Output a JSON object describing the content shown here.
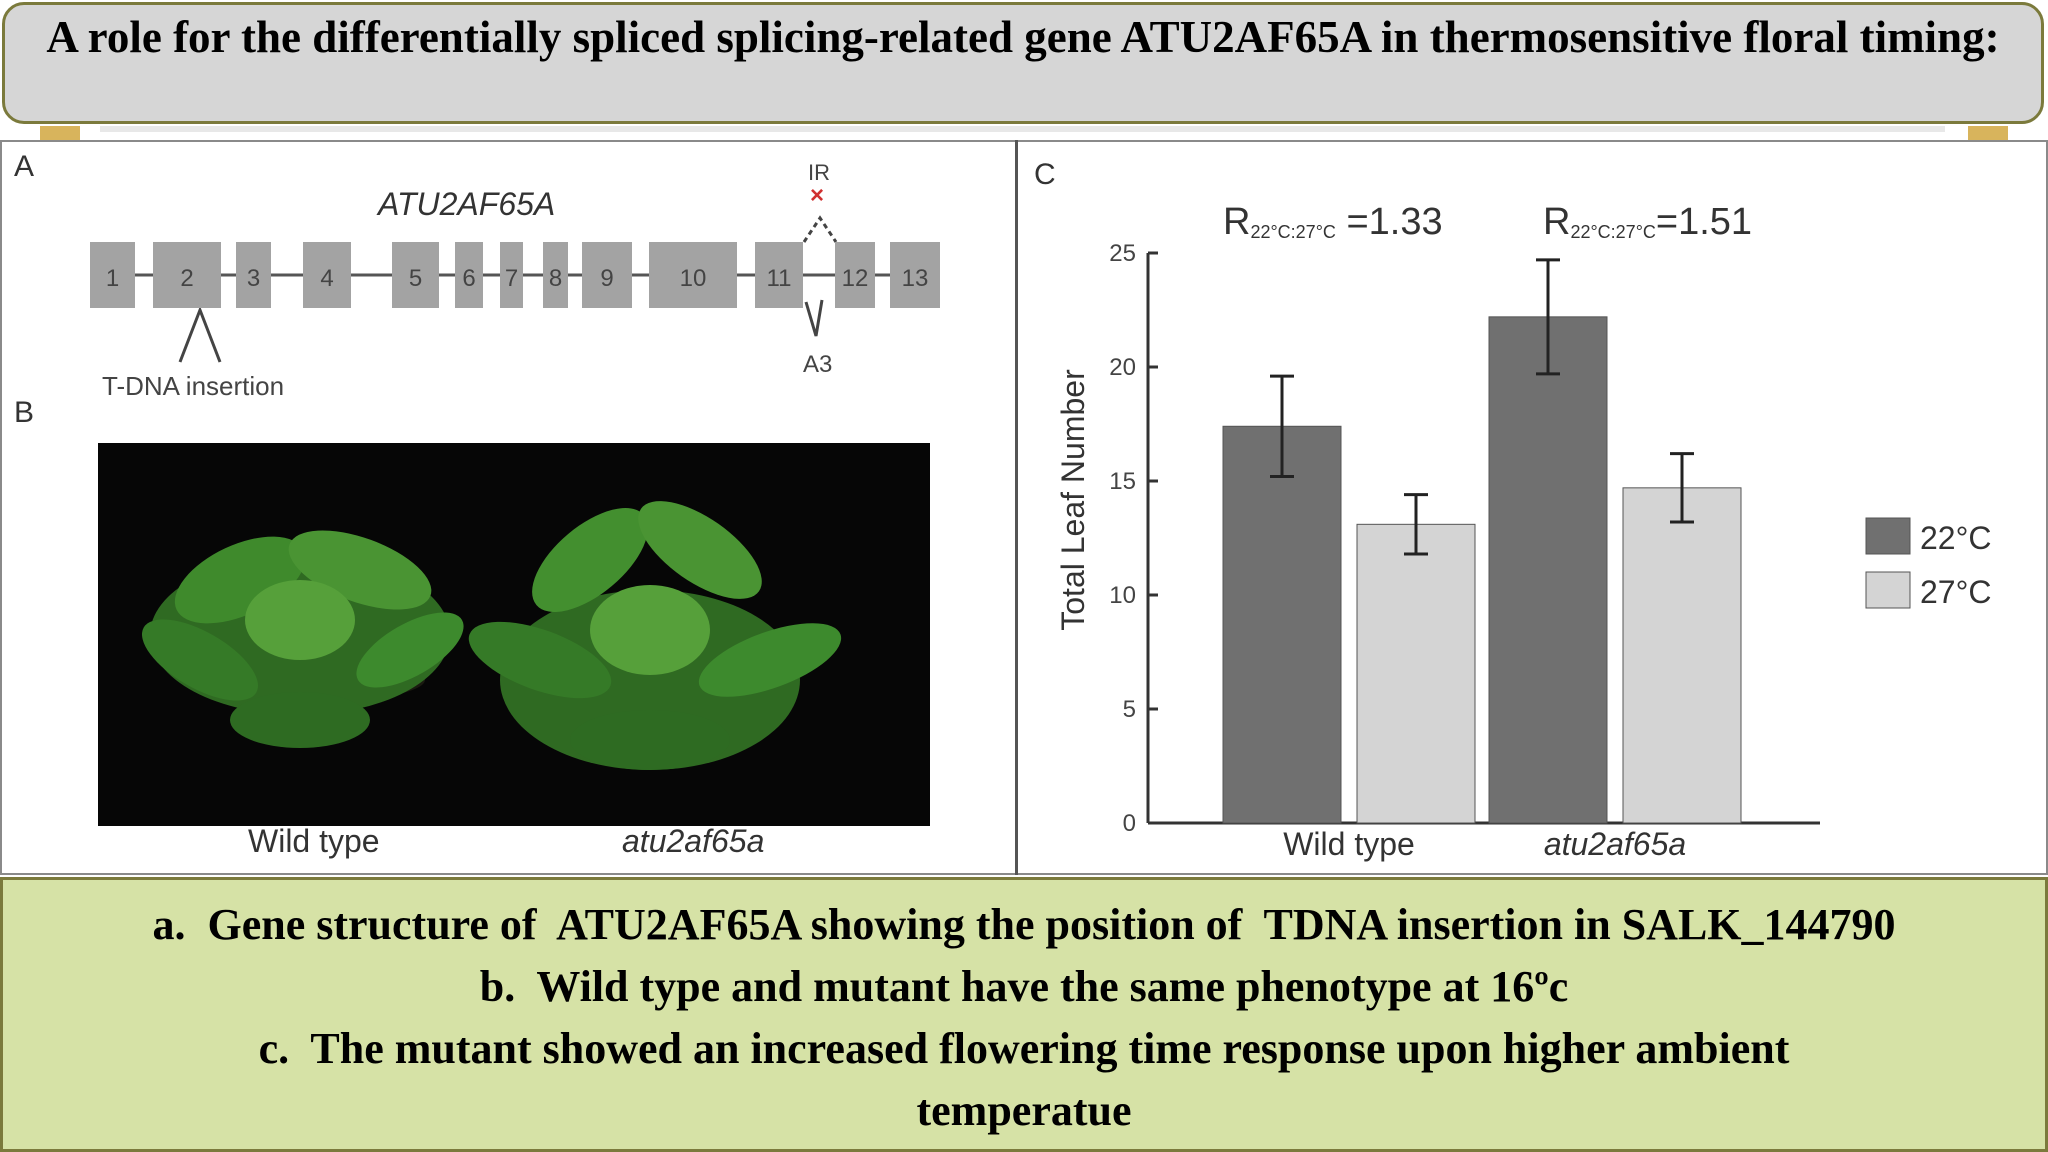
{
  "slide": {
    "title": "A role for the differentially spliced splicing-related gene ATU2AF65A in thermosensitive floral timing:",
    "captions": [
      "a.  Gene structure of  ATU2AF65A showing the position of  TDNA insertion in SALK_144790",
      "b.  Wild type and mutant have the same phenotype at 16ºc",
      "c.  The mutant showed an increased flowering time response upon higher ambient",
      "temperatue"
    ]
  },
  "figure": {
    "panel_a": {
      "letter": "A",
      "gene_name": "ATU2AF65A",
      "exons": [
        "1",
        "2",
        "3",
        "4",
        "5",
        "6",
        "7",
        "8",
        "9",
        "10",
        "11",
        "12",
        "13"
      ],
      "ir_label": "IR",
      "ir_mark": "×",
      "a3_label": "A3",
      "tdna_label": "T-DNA insertion"
    },
    "panel_b": {
      "letter": "B",
      "label_left": "Wild type",
      "label_right": "atu2af65a"
    },
    "panel_c": {
      "letter": "C"
    }
  },
  "chart_data": {
    "type": "bar",
    "ylabel": "Total Leaf Number",
    "xlabel": "",
    "ylim": [
      0,
      25
    ],
    "yticks": [
      "0",
      "5",
      "10",
      "15",
      "20",
      "25"
    ],
    "categories": [
      "Wild type",
      "atu2af65a"
    ],
    "series": [
      {
        "name": "22°C",
        "values": [
          17.4,
          22.2
        ],
        "errors": [
          2.2,
          2.5
        ],
        "color": "#707070"
      },
      {
        "name": "27°C",
        "values": [
          13.1,
          14.7
        ],
        "errors": [
          1.3,
          1.5
        ],
        "color": "#d4d4d4"
      }
    ],
    "ratios": [
      {
        "prefix": "R",
        "subscript": "22°C:27°C",
        "value": " =1.33"
      },
      {
        "prefix": "R",
        "subscript": "22°C:27°C",
        "value": "=1.51"
      }
    ],
    "legend_position": "right",
    "grid": false
  }
}
